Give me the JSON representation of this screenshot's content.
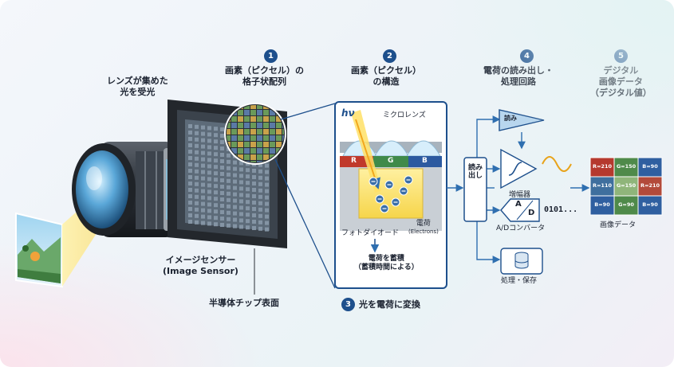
{
  "lens_label": [
    "レンズが集めた",
    "光を受光"
  ],
  "steps": {
    "s1": {
      "num": "1",
      "title": [
        "画素（ピクセル）の",
        "格子状配列"
      ]
    },
    "s2": {
      "num": "2",
      "title": [
        "画素（ピクセル）",
        "の構造"
      ]
    },
    "s3": {
      "num": "3",
      "title": "光を電荷に変換"
    },
    "s4": {
      "num": "4",
      "title": [
        "電荷の読み出し・",
        "処理回路"
      ]
    },
    "s5": {
      "num": "5",
      "title": [
        "デジタル",
        "画像データ",
        "（デジタル値）"
      ]
    }
  },
  "sensor": {
    "name": "イメージセンサー",
    "name_en": "(Image Sensor)",
    "surface": "半導体チップ表面"
  },
  "pixel": {
    "hv": "hν",
    "microlens": "ミクロレンズ",
    "filters": [
      "R",
      "G",
      "B"
    ],
    "photodiode": "フォトダイオード",
    "charge": "電荷",
    "charge_en": "(Electrons)",
    "store": [
      "電荷を蓄積",
      "（蓄積時間による）"
    ]
  },
  "circuit": {
    "readout": "読み出し",
    "read": "読み",
    "amp": "増幅器",
    "adc": "A/Dコンバータ",
    "adc_symbol_a": "A",
    "adc_symbol_d": "D",
    "bits": "0101...",
    "process": "処理・保存"
  },
  "image_data": {
    "label": "画像データ",
    "cells": [
      [
        "R=210",
        "G=150",
        "B=90"
      ],
      [
        "R=110",
        "G=150",
        "R=210"
      ],
      [
        "B=90",
        "G=90",
        "B=90"
      ]
    ]
  },
  "colors": {
    "navy": "#1d4f8c",
    "accent_blue": "#2f6fb0",
    "light_yellow": "#ffe98a",
    "filter_r": "#c0392b",
    "filter_g": "#3f8a4a",
    "filter_b": "#2c5aa0"
  }
}
